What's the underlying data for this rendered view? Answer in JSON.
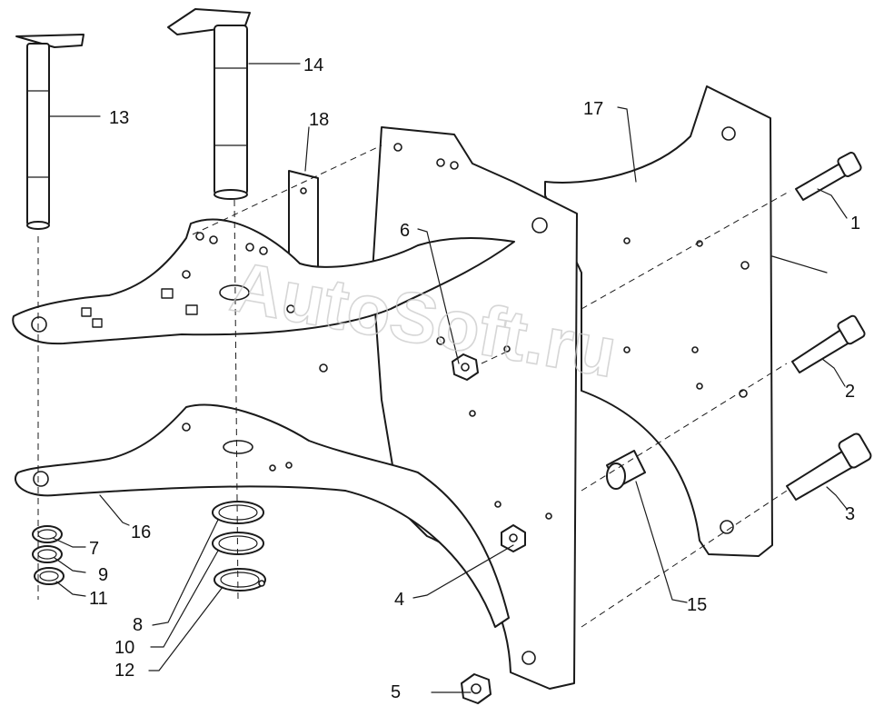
{
  "watermark": "AutoSoft.ru",
  "callouts": {
    "c1": "1",
    "c2": "2",
    "c3": "3",
    "c4": "4",
    "c5": "5",
    "c6": "6",
    "c7": "7",
    "c8": "8",
    "c9": "9",
    "c10": "10",
    "c11": "11",
    "c12": "12",
    "c13": "13",
    "c14": "14",
    "c15": "15",
    "c16": "16",
    "c17": "17",
    "c18": "18"
  },
  "colors": {
    "line": "#1a1a1a",
    "background": "#ffffff",
    "watermark": "#c9c9c9"
  }
}
